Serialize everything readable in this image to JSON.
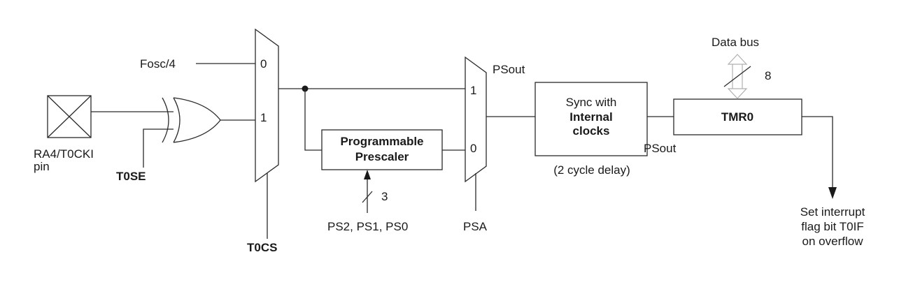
{
  "labels": {
    "fosc": "Fosc/4",
    "pin_name": "RA4/T0CKI",
    "pin_suffix": "pin",
    "t0se": "T0SE",
    "t0cs": "T0CS",
    "mux1_in0": "0",
    "mux1_in1": "1",
    "mux2_in1": "1",
    "mux2_in0": "0",
    "psout_top": "PSout",
    "psout_bottom": "PSout",
    "psa": "PSA",
    "prescaler_line1": "Programmable",
    "prescaler_line2": "Prescaler",
    "prescaler_bus_width": "3",
    "ps_bits": "PS2, PS1, PS0",
    "sync_line1": "Sync with",
    "sync_line2": "Internal",
    "sync_line3": "clocks",
    "sync_delay": "(2 cycle delay)",
    "tmr0": "TMR0",
    "data_bus": "Data bus",
    "data_bus_width": "8",
    "interrupt_line1": "Set interrupt",
    "interrupt_line2": "flag bit T0IF",
    "interrupt_line3": "on overflow"
  }
}
